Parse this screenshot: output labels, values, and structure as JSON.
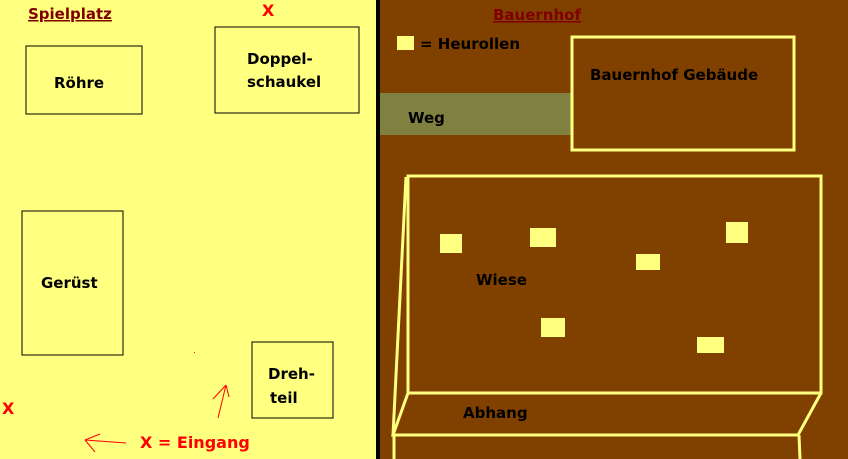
{
  "playground": {
    "title": "Spielplatz",
    "entrance_marker_top": "X",
    "entrance_marker_left": "X",
    "legend_entrance": "X = Eingang",
    "items": {
      "roehre": "Röhre",
      "doppelschaukel_1": "Doppel-",
      "doppelschaukel_2": "schaukel",
      "geruest": "Gerüst",
      "drehteil_1": "Dreh-",
      "drehteil_2": "teil"
    }
  },
  "farm": {
    "title": "Bauernhof",
    "legend_hay": "= Heurollen",
    "building": "Bauernhof Gebäude",
    "path": "Weg",
    "meadow": "Wiese",
    "slope": "Abhang"
  },
  "colors": {
    "playground_bg": "#ffff80",
    "farm_bg": "#804000",
    "path": "#808040",
    "title": "#800000",
    "marker": "#ff0000"
  }
}
